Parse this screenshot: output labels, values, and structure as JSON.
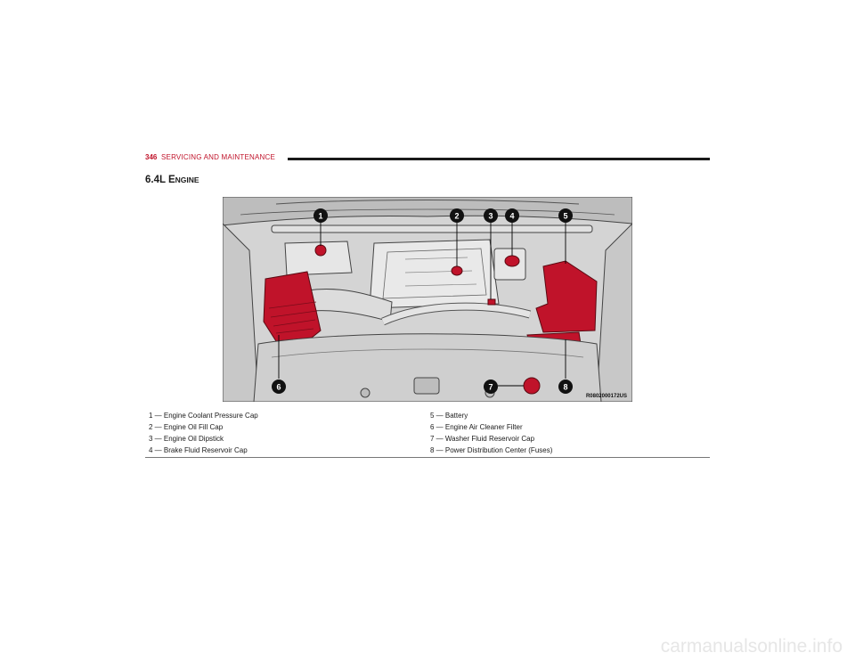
{
  "header": {
    "page_number": "346",
    "chapter": "SERVICING AND MAINTENANCE"
  },
  "section": {
    "title_main": "6.4L E",
    "title_small": "NGINE"
  },
  "figure": {
    "code": "R0802000172US",
    "callouts": [
      "1",
      "2",
      "3",
      "4",
      "5",
      "6",
      "7",
      "8"
    ],
    "highlight_color": "#c0132a"
  },
  "legend": {
    "rows": [
      {
        "left": "1 — Engine Coolant Pressure Cap",
        "right": "5 — Battery"
      },
      {
        "left": "2 — Engine Oil Fill Cap",
        "right": "6 — Engine Air Cleaner Filter"
      },
      {
        "left": "3 — Engine Oil Dipstick",
        "right": "7 — Washer Fluid Reservoir Cap"
      },
      {
        "left": "4 — Brake Fluid Reservoir Cap",
        "right": "8 — Power Distribution Center (Fuses)"
      }
    ]
  },
  "footer": {
    "watermark": "carmanualsonline.info"
  }
}
